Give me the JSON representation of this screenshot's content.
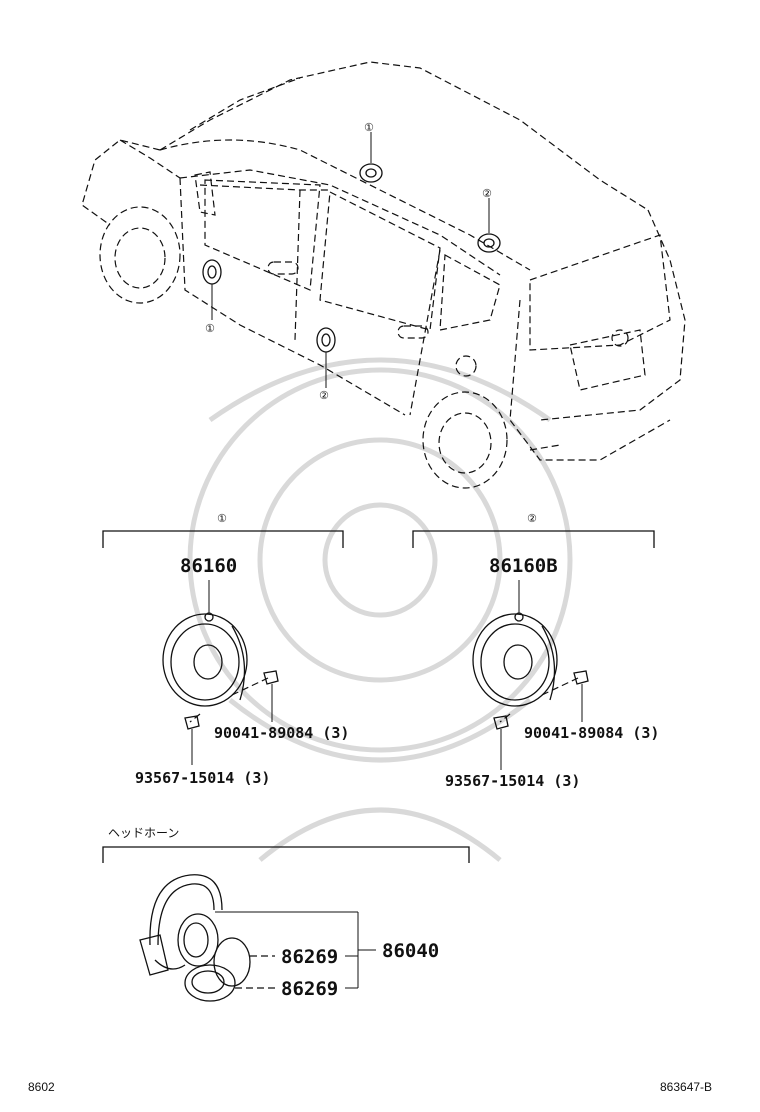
{
  "callouts": {
    "one": "①",
    "two": "②"
  },
  "groups": [
    {
      "marker": "①",
      "speaker_part": "86160",
      "bolt_part": "90041-89084 (3)",
      "clip_part": "93567-15014 (3)"
    },
    {
      "marker": "②",
      "speaker_part": "86160B",
      "bolt_part": "90041-89084 (3)",
      "clip_part": "93567-15014 (3)"
    }
  ],
  "headphone": {
    "section_label": "ヘッドホーン",
    "assembly_part": "86040",
    "pad_part_1": "86269",
    "pad_part_2": "86269"
  },
  "footer": {
    "left_code": "8602",
    "right_code": "863647-B"
  }
}
